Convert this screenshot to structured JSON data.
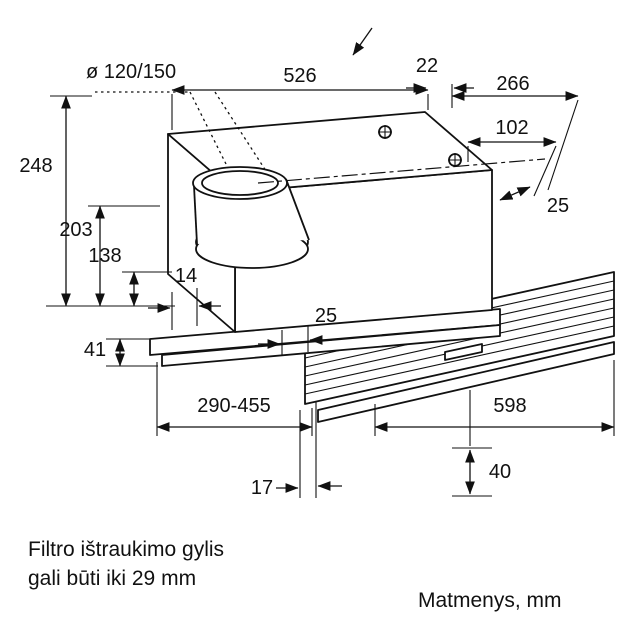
{
  "labels": {
    "diameter": "ø 120/150",
    "w526": "526",
    "w22": "22",
    "w266": "266",
    "w102": "102",
    "h248": "248",
    "h203": "203",
    "h138": "138",
    "w14": "14",
    "flange25_top": "25",
    "lip25": "25",
    "h41": "41",
    "range290_455": "290-455",
    "w598": "598",
    "w17": "17",
    "h40": "40",
    "caption_line1": "Filtro ištraukimo gylis",
    "caption_line2": "gali būti iki 29 mm",
    "units_label": "Matmenys, mm"
  }
}
